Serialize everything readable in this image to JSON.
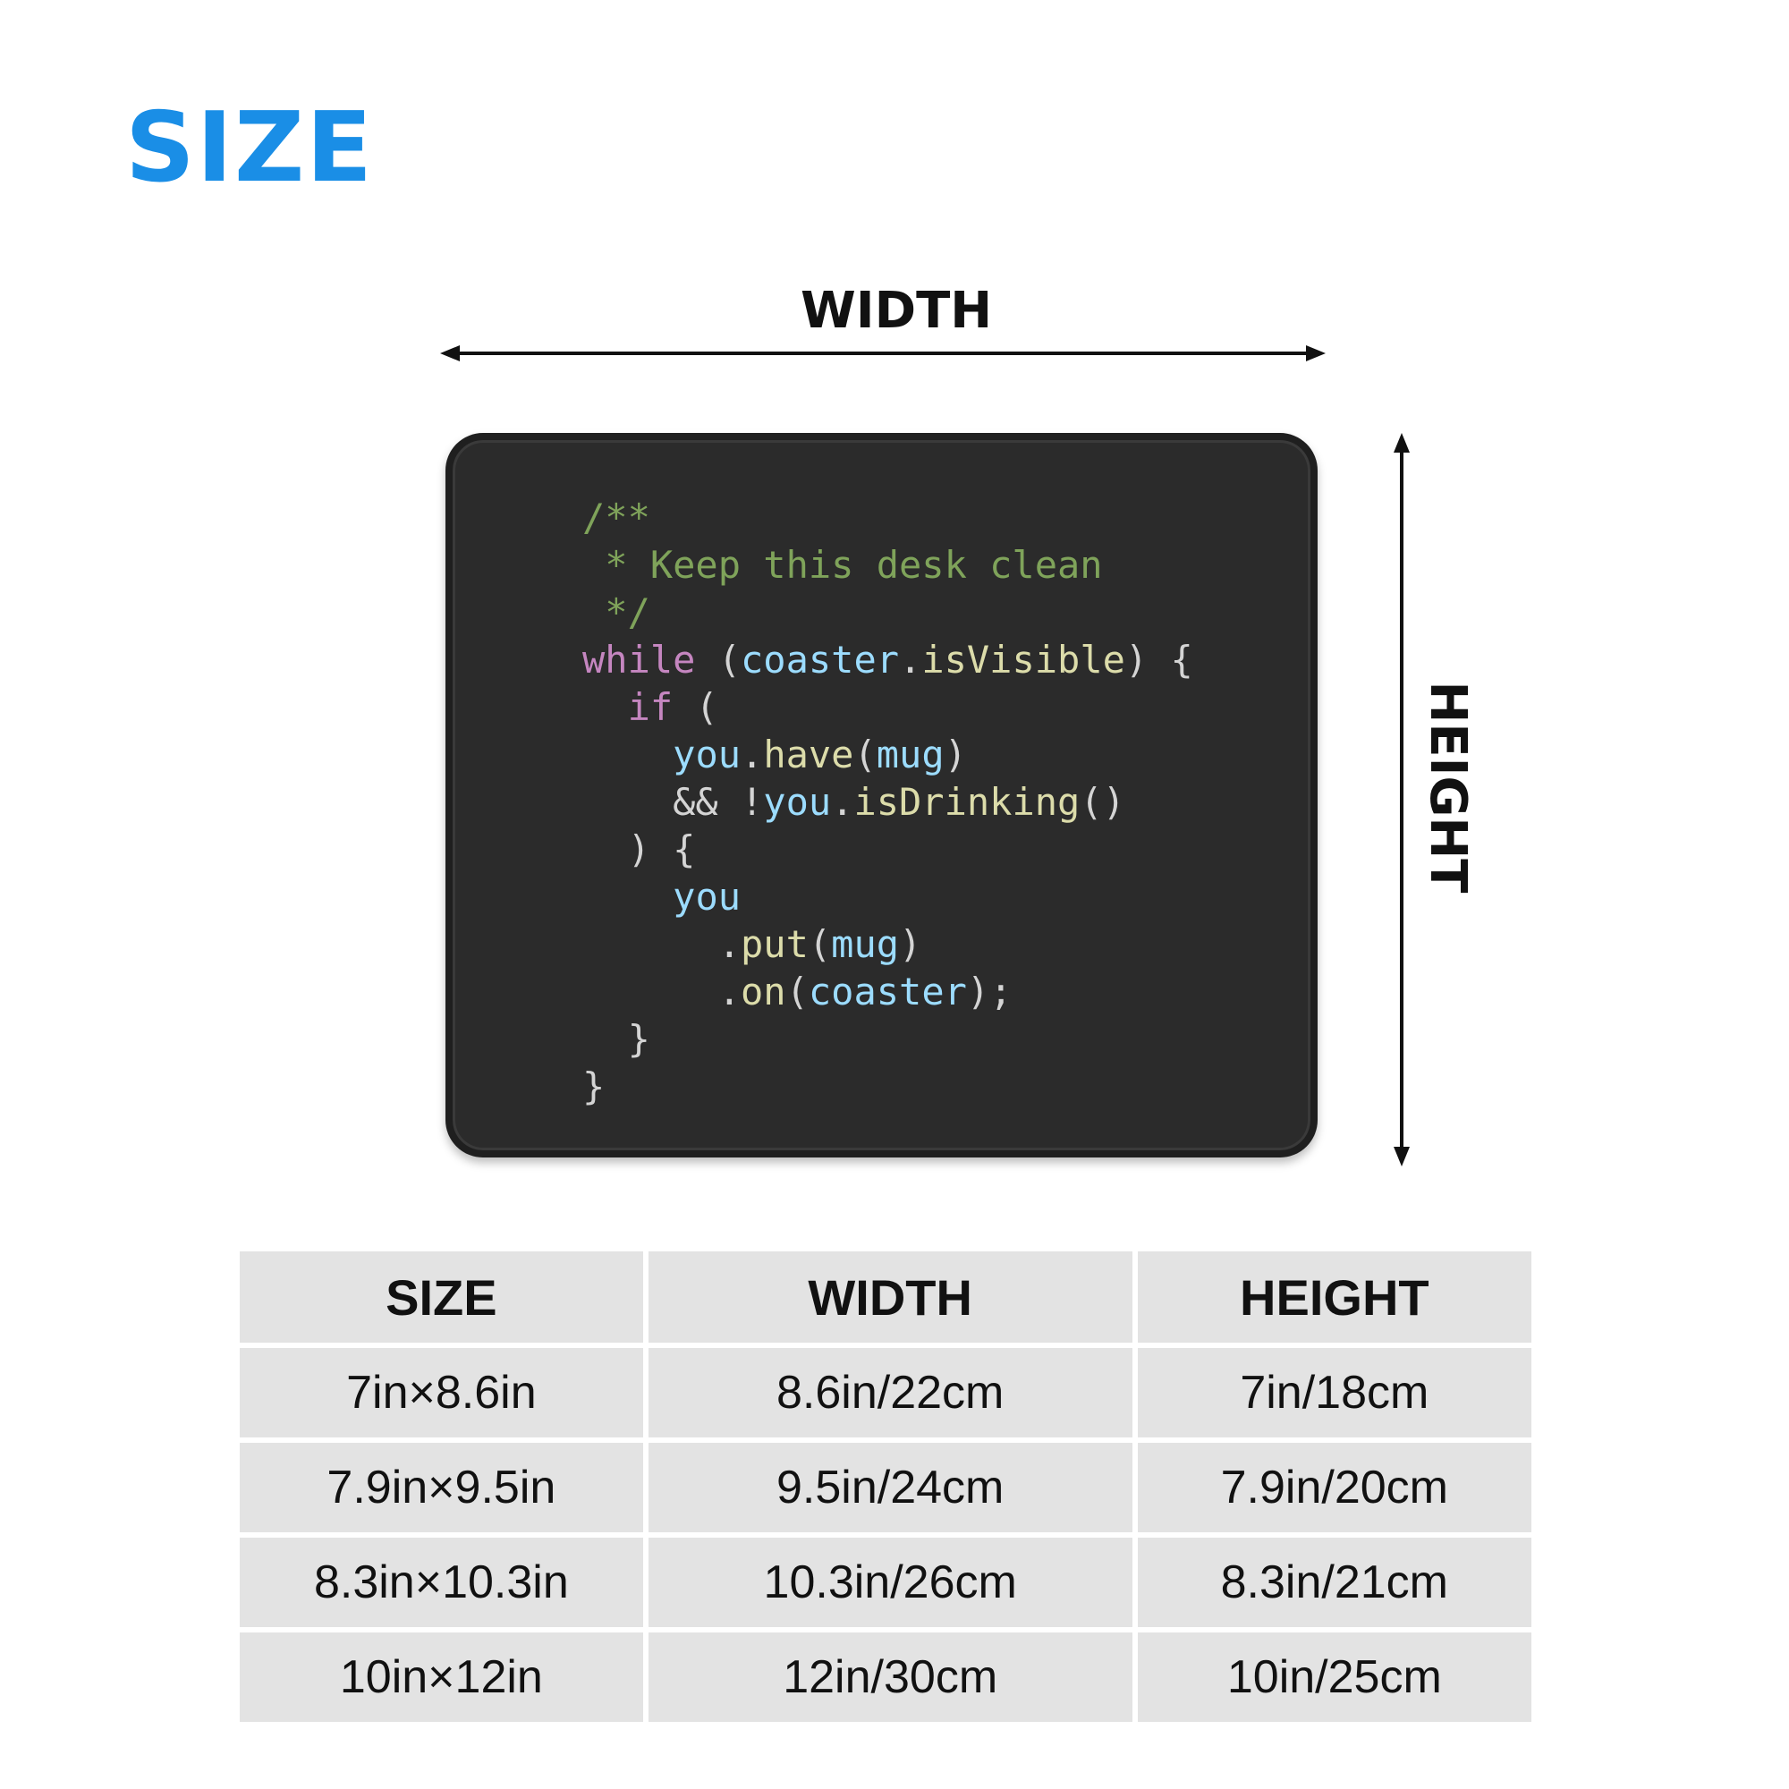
{
  "heading": "SIZE",
  "diagram": {
    "width_label": "WIDTH",
    "height_label": "HEIGHT"
  },
  "product": {
    "code_lines": [
      [
        {
          "t": "/**",
          "c": "comment"
        }
      ],
      [
        {
          "t": " * Keep this desk clean",
          "c": "comment"
        }
      ],
      [
        {
          "t": " */",
          "c": "comment"
        }
      ],
      [
        {
          "t": "while",
          "c": "kw"
        },
        {
          "t": " (",
          "c": "punc"
        },
        {
          "t": "coaster",
          "c": "id"
        },
        {
          "t": ".",
          "c": "punc"
        },
        {
          "t": "isVisible",
          "c": "fn"
        },
        {
          "t": ") {",
          "c": "punc"
        }
      ],
      [
        {
          "t": "  ",
          "c": "punc"
        },
        {
          "t": "if",
          "c": "kw"
        },
        {
          "t": " (",
          "c": "punc"
        }
      ],
      [
        {
          "t": "    ",
          "c": "punc"
        },
        {
          "t": "you",
          "c": "id"
        },
        {
          "t": ".",
          "c": "punc"
        },
        {
          "t": "have",
          "c": "fn"
        },
        {
          "t": "(",
          "c": "punc"
        },
        {
          "t": "mug",
          "c": "id"
        },
        {
          "t": ")",
          "c": "punc"
        }
      ],
      [
        {
          "t": "    && !",
          "c": "punc"
        },
        {
          "t": "you",
          "c": "id"
        },
        {
          "t": ".",
          "c": "punc"
        },
        {
          "t": "isDrinking",
          "c": "fn"
        },
        {
          "t": "()",
          "c": "punc"
        }
      ],
      [
        {
          "t": "  ) {",
          "c": "punc"
        }
      ],
      [
        {
          "t": "    ",
          "c": "punc"
        },
        {
          "t": "you",
          "c": "id"
        }
      ],
      [
        {
          "t": "      .",
          "c": "punc"
        },
        {
          "t": "put",
          "c": "fn"
        },
        {
          "t": "(",
          "c": "punc"
        },
        {
          "t": "mug",
          "c": "id"
        },
        {
          "t": ")",
          "c": "punc"
        }
      ],
      [
        {
          "t": "      .",
          "c": "punc"
        },
        {
          "t": "on",
          "c": "fn"
        },
        {
          "t": "(",
          "c": "punc"
        },
        {
          "t": "coaster",
          "c": "id"
        },
        {
          "t": ");",
          "c": "punc"
        }
      ],
      [
        {
          "t": "  }",
          "c": "punc"
        }
      ],
      [
        {
          "t": "}",
          "c": "punc"
        }
      ]
    ]
  },
  "size_table": {
    "headers": [
      "SIZE",
      "WIDTH",
      "HEIGHT"
    ],
    "rows": [
      [
        "7in×8.6in",
        "8.6in/22cm",
        "7in/18cm"
      ],
      [
        "7.9in×9.5in",
        "9.5in/24cm",
        "7.9in/20cm"
      ],
      [
        "8.3in×10.3in",
        "10.3in/26cm",
        "8.3in/21cm"
      ],
      [
        "10in×12in",
        "12in/30cm",
        "10in/25cm"
      ]
    ]
  },
  "colors": {
    "heading": "#1a8ee6",
    "mat": "#2b2b2b",
    "table_cell": "#e3e3e3"
  }
}
